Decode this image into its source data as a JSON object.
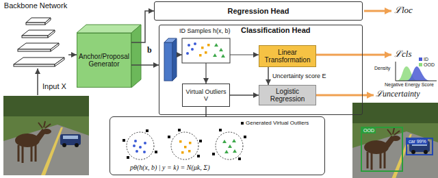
{
  "diagram": {
    "nodes": [
      {
        "text": [
          "Backbone Network"
        ]
      },
      {
        "text": [
          "Anchor/Proposal Generator"
        ]
      },
      {
        "text": [
          "Regression Head"
        ]
      },
      {
        "text": [
          "ID Samples h(x, b)",
          "Classification Head"
        ]
      },
      {
        "text": [
          "Virtual Outliers V"
        ],
        "in": 3
      },
      {
        "text": [
          "Linear Transformation"
        ],
        "in": 3
      },
      {
        "text": [
          "Logistic Regression"
        ],
        "in": 3
      },
      {
        "text": [
          "pθ(h(x, b) | y = k) = N(μk, Σ)"
        ]
      }
    ],
    "edges": [
      {
        "from": 0,
        "to": 1,
        "arrow": "to"
      },
      {
        "from": 1,
        "to": 2,
        "arrow": "to"
      },
      {
        "from": 1,
        "to": 3,
        "arrow": "to"
      },
      {
        "from": 4,
        "to": 6,
        "arrow": "to"
      },
      {
        "from": 5,
        "to": 6,
        "arrow": "to",
        "label": "Uncertainty score E"
      },
      {
        "from": 4,
        "to": 7,
        "arrow": "none"
      }
    ],
    "labels": [
      "Input X",
      "b",
      "ℒloc",
      "ℒcls",
      "ℒuncertainty",
      "Density",
      "Negative Energy Score",
      "OOD",
      "car 99%"
    ],
    "legend": [
      {
        "text": "ID",
        "color": "#4a5bd4"
      },
      {
        "text": "OOD",
        "color": "#8fdc7f"
      },
      {
        "text": "Generated Virtual Outliers"
      }
    ]
  }
}
